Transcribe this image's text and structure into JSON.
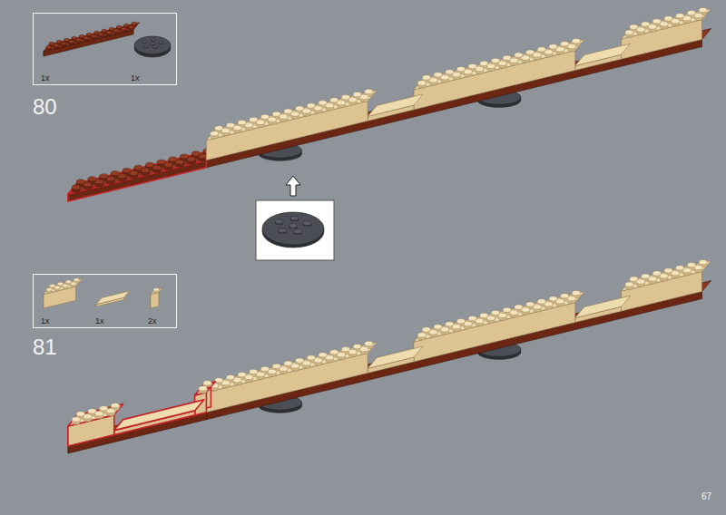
{
  "diagram": {
    "nodes": [
      {
        "text": [
          "1x",
          "1x"
        ]
      },
      {
        "text": [
          "1x",
          "1x",
          "2x"
        ]
      }
    ],
    "labels": [
      "80",
      "81",
      "67"
    ]
  }
}
